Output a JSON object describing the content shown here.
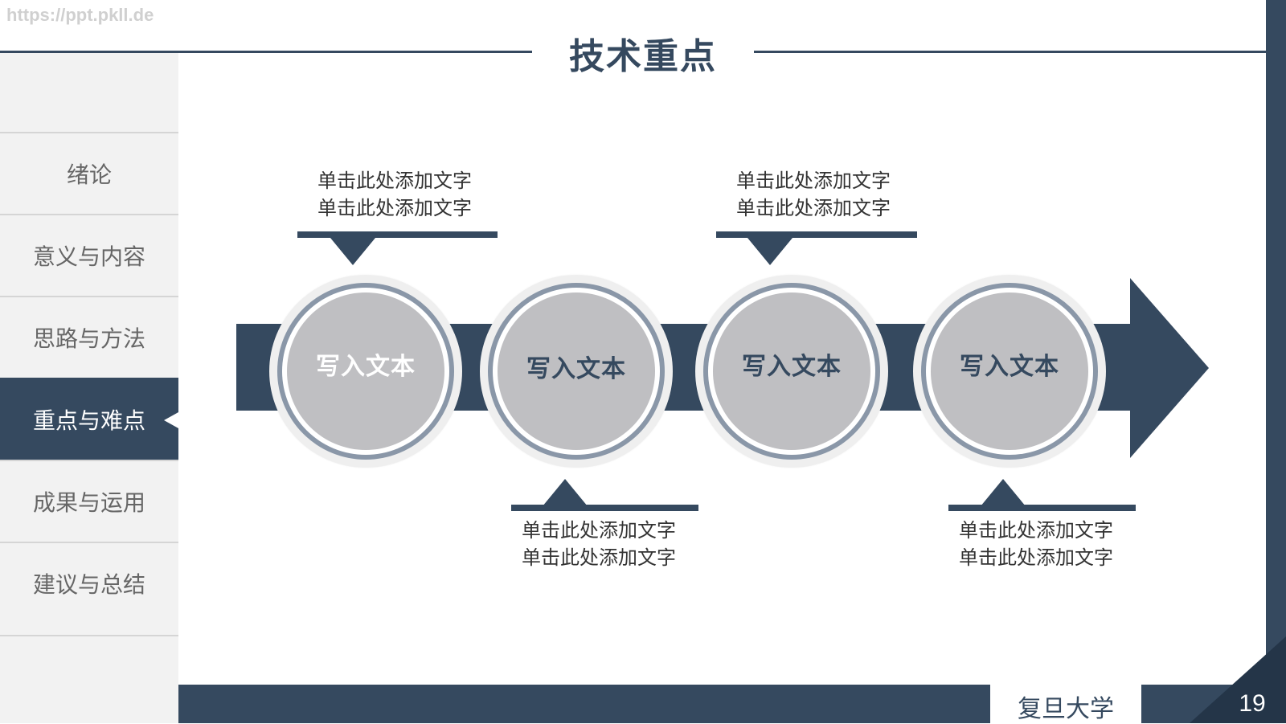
{
  "watermark": "https://ppt.pkll.de",
  "title": "技术重点",
  "sidebar": {
    "items": [
      {
        "label": "绪论",
        "active": false
      },
      {
        "label": "意义与内容",
        "active": false
      },
      {
        "label": "思路与方法",
        "active": false
      },
      {
        "label": "重点与难点",
        "active": true
      },
      {
        "label": "成果与运用",
        "active": false
      },
      {
        "label": "建议与总结",
        "active": false
      }
    ]
  },
  "steps": [
    {
      "label": "写入文本",
      "label_color": "#ffffff"
    },
    {
      "label": "写入文本",
      "label_color": "#35495f"
    },
    {
      "label": "写入文本",
      "label_color": "#35495f"
    },
    {
      "label": "写入文本",
      "label_color": "#35495f"
    }
  ],
  "callouts": [
    {
      "line1": "单击此处添加文字",
      "line2": "单击此处添加文字"
    },
    {
      "line1": "单击此处添加文字",
      "line2": "单击此处添加文字"
    },
    {
      "line1": "单击此处添加文字",
      "line2": "单击此处添加文字"
    },
    {
      "line1": "单击此处添加文字",
      "line2": "单击此处添加文字"
    }
  ],
  "footer": {
    "school": "复旦大学",
    "page": "19"
  },
  "colors": {
    "primary": "#35495f",
    "sidebar_bg": "#f2f2f2",
    "circle_fill": "#bfbfc2"
  }
}
